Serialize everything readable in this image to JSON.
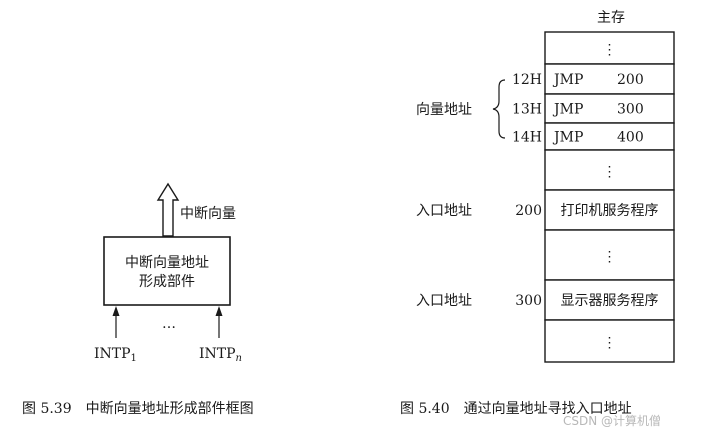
{
  "fig539": {
    "box_line1": "中断向量地址",
    "box_line2": "形成部件",
    "output_label": "中断向量",
    "input_left_main": "INTP",
    "input_left_sub": "1",
    "input_right_main": "INTP",
    "input_right_sub": "n",
    "ellipsis": "…",
    "caption": "图 5.39　中断向量地址形成部件框图"
  },
  "fig540": {
    "title": "主存",
    "vector_label": "向量地址",
    "rows": [
      {
        "addr": "",
        "left": "⋮",
        "right": ""
      },
      {
        "addr": "12H",
        "left": "JMP",
        "right": "200"
      },
      {
        "addr": "13H",
        "left": "JMP",
        "right": "300"
      },
      {
        "addr": "14H",
        "left": "JMP",
        "right": "400"
      },
      {
        "addr": "",
        "left": "⋮",
        "right": ""
      },
      {
        "addr": "200",
        "left": "打印机服务程序",
        "right": "",
        "entry": "入口地址"
      },
      {
        "addr": "",
        "left": "⋮",
        "right": ""
      },
      {
        "addr": "300",
        "left": "显示器服务程序",
        "right": "",
        "entry": "入口地址"
      },
      {
        "addr": "",
        "left": "⋮",
        "right": ""
      }
    ],
    "caption": "图 5.40　通过向量地址寻找入口地址"
  },
  "watermark": "CSDN @计算机僧"
}
